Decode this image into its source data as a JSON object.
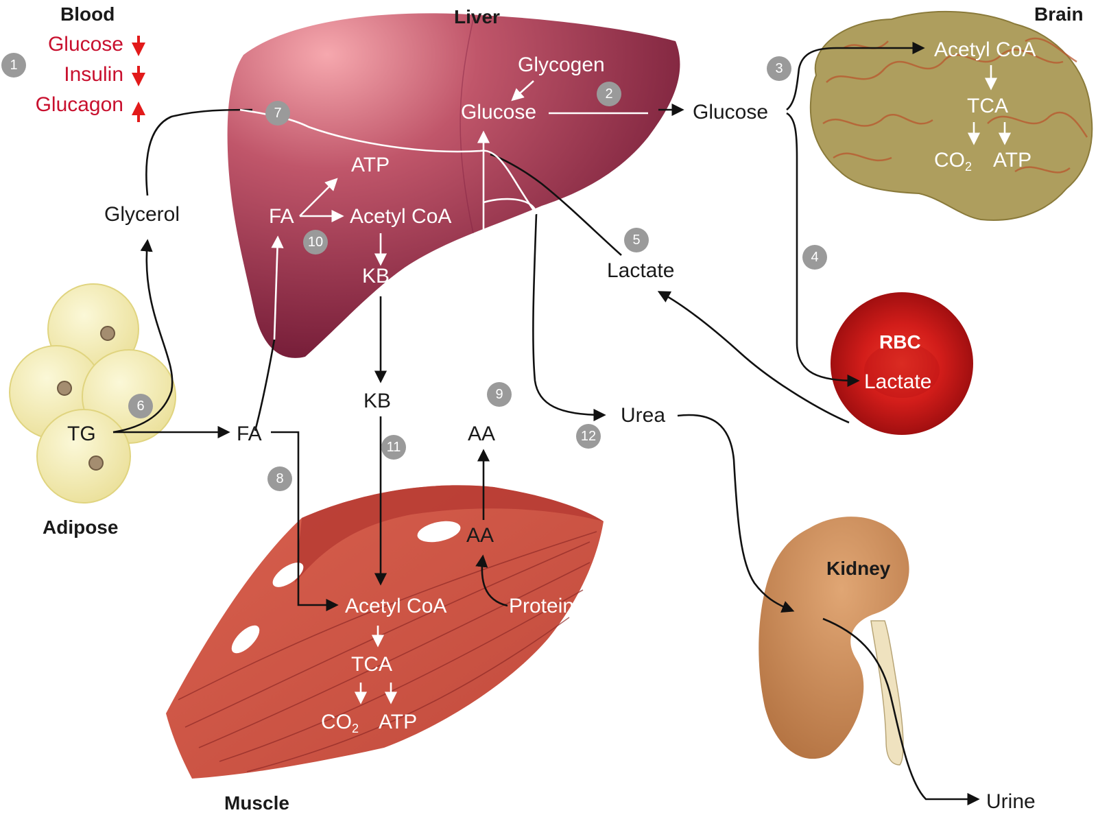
{
  "organs": {
    "blood": "Blood",
    "liver": "Liver",
    "brain": "Brain",
    "adipose": "Adipose",
    "muscle": "Muscle",
    "rbc": "RBC",
    "kidney": "Kidney"
  },
  "blood_markers": [
    {
      "label": "Glucose",
      "direction": "down"
    },
    {
      "label": "Insulin",
      "direction": "down"
    },
    {
      "label": "Glucagon",
      "direction": "up"
    }
  ],
  "liver": {
    "glycogen": "Glycogen",
    "glucose": "Glucose",
    "atp": "ATP",
    "fa": "FA",
    "acetyl_coa": "Acetyl CoA",
    "kb": "KB"
  },
  "brain": {
    "acetyl_coa": "Acetyl CoA",
    "tca": "TCA",
    "co2": "CO",
    "co2_sub": "2",
    "atp": "ATP"
  },
  "blood_metabolites": {
    "glucose": "Glucose",
    "glycerol": "Glycerol",
    "lactate": "Lactate",
    "tg": "TG",
    "fa": "FA",
    "kb": "KB",
    "aa": "AA",
    "urea": "Urea",
    "urine": "Urine"
  },
  "rbc": {
    "lactate": "Lactate"
  },
  "muscle": {
    "aa": "AA",
    "protein": "Protein",
    "acetyl_coa": "Acetyl CoA",
    "tca": "TCA",
    "co2": "CO",
    "co2_sub": "2",
    "atp": "ATP"
  },
  "steps": [
    "1",
    "2",
    "3",
    "4",
    "5",
    "6",
    "7",
    "8",
    "9",
    "10",
    "11",
    "12"
  ],
  "colors": {
    "marker_red": "#c8102e",
    "liver": "#a8384f",
    "brain": "#a89a58",
    "rbc": "#c8181c",
    "muscle": "#cc5544",
    "kidney": "#c98a55",
    "adipose": "#f2ecb4",
    "step_badge": "#9a9a9a"
  }
}
